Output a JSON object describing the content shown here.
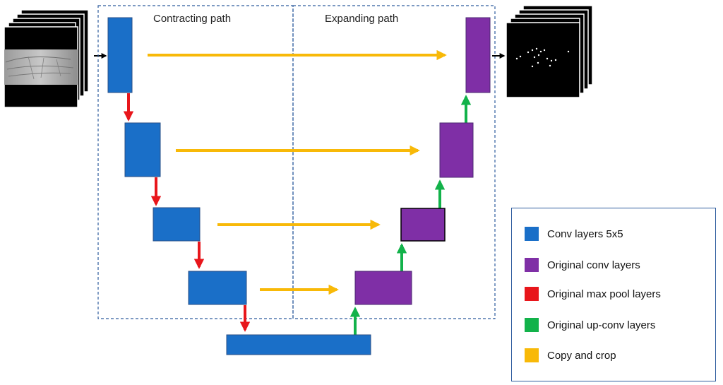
{
  "paths": {
    "contracting_label": "Contracting path",
    "expanding_label": "Expanding path"
  },
  "colors": {
    "conv5x5": "#1a6fc8",
    "original_conv": "#7f2fa6",
    "max_pool": "#e8161b",
    "up_conv": "#12b24a",
    "copy_crop": "#f8b908",
    "frame": "#2e5c9e"
  },
  "legend": {
    "items": [
      {
        "key": "conv5x5",
        "label": "Conv layers 5x5"
      },
      {
        "key": "original_conv",
        "label": "Original conv layers"
      },
      {
        "key": "max_pool",
        "label": "Original max pool layers"
      },
      {
        "key": "up_conv",
        "label": "Original up-conv layers"
      },
      {
        "key": "copy_crop",
        "label": "Copy and crop"
      }
    ]
  }
}
